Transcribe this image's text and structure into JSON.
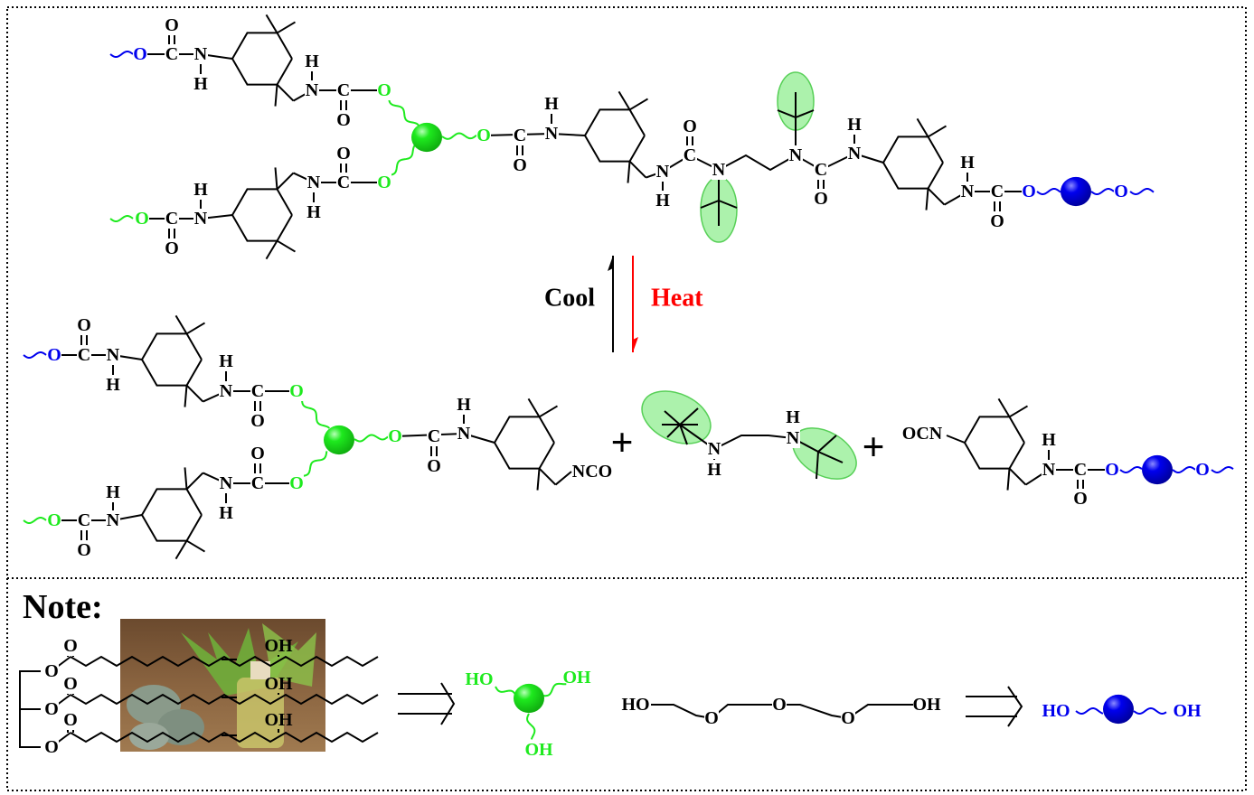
{
  "labels": {
    "cool": "Cool",
    "heat": "Heat",
    "note": "Note:",
    "O": "O",
    "C": "C",
    "N": "N",
    "H": "H",
    "NCO": "NCO",
    "OCN": "OCN",
    "HO": "HO",
    "OH": "OH",
    "plus": "+"
  },
  "colors": {
    "polyol_green": "#1eea1e",
    "peg_blue": "#0000ee",
    "heat_red": "#ff0000",
    "bond_black": "#000000"
  },
  "icons": [
    "reversible-arrow-icon",
    "implies-arrow-icon",
    "castor-oil-photo"
  ]
}
